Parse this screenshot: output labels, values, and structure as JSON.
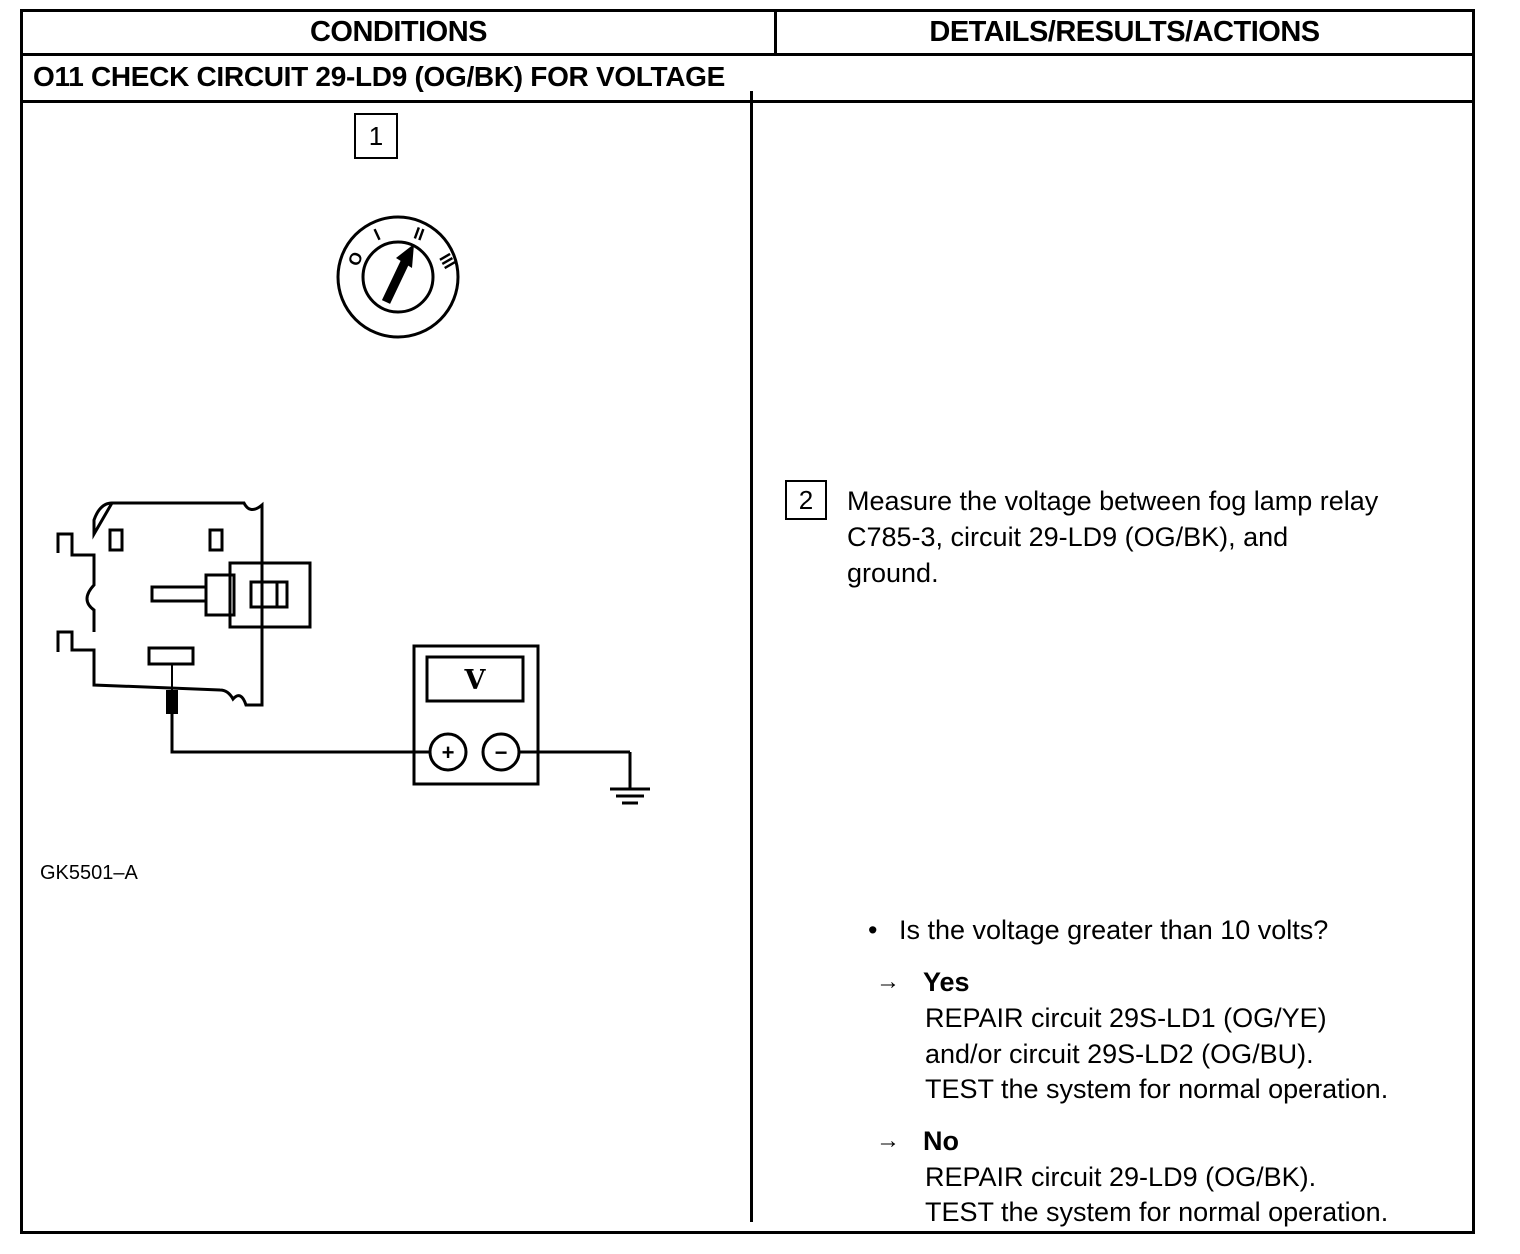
{
  "table": {
    "header": {
      "conditions": "CONDITIONS",
      "details": "DETAILS/RESULTS/ACTIONS"
    },
    "step_title": "O11 CHECK CIRCUIT 29-LD9 (OG/BK) FOR VOLTAGE"
  },
  "figure": {
    "step1_number": "1",
    "ignition_positions": [
      "O",
      "I",
      "II",
      "III"
    ],
    "meter_label": "V",
    "meter_plus": "+",
    "meter_minus": "−",
    "figure_id": "GK5501–A"
  },
  "step2": {
    "number": "2",
    "instruction_lines": [
      "Measure the voltage between fog lamp relay",
      "C785-3, circuit 29-LD9 (OG/BK), and",
      "ground."
    ]
  },
  "question": {
    "bullet": "•",
    "text": "Is the voltage greater than 10 volts?"
  },
  "answers": {
    "yes": {
      "arrow": "→",
      "label": "Yes",
      "lines": [
        "REPAIR circuit 29S-LD1 (OG/YE)",
        "and/or circuit 29S-LD2 (OG/BU).",
        "TEST the system for normal operation."
      ]
    },
    "no": {
      "arrow": "→",
      "label": "No",
      "lines": [
        "REPAIR circuit 29-LD9 (OG/BK).",
        "TEST the system for normal operation."
      ]
    }
  }
}
